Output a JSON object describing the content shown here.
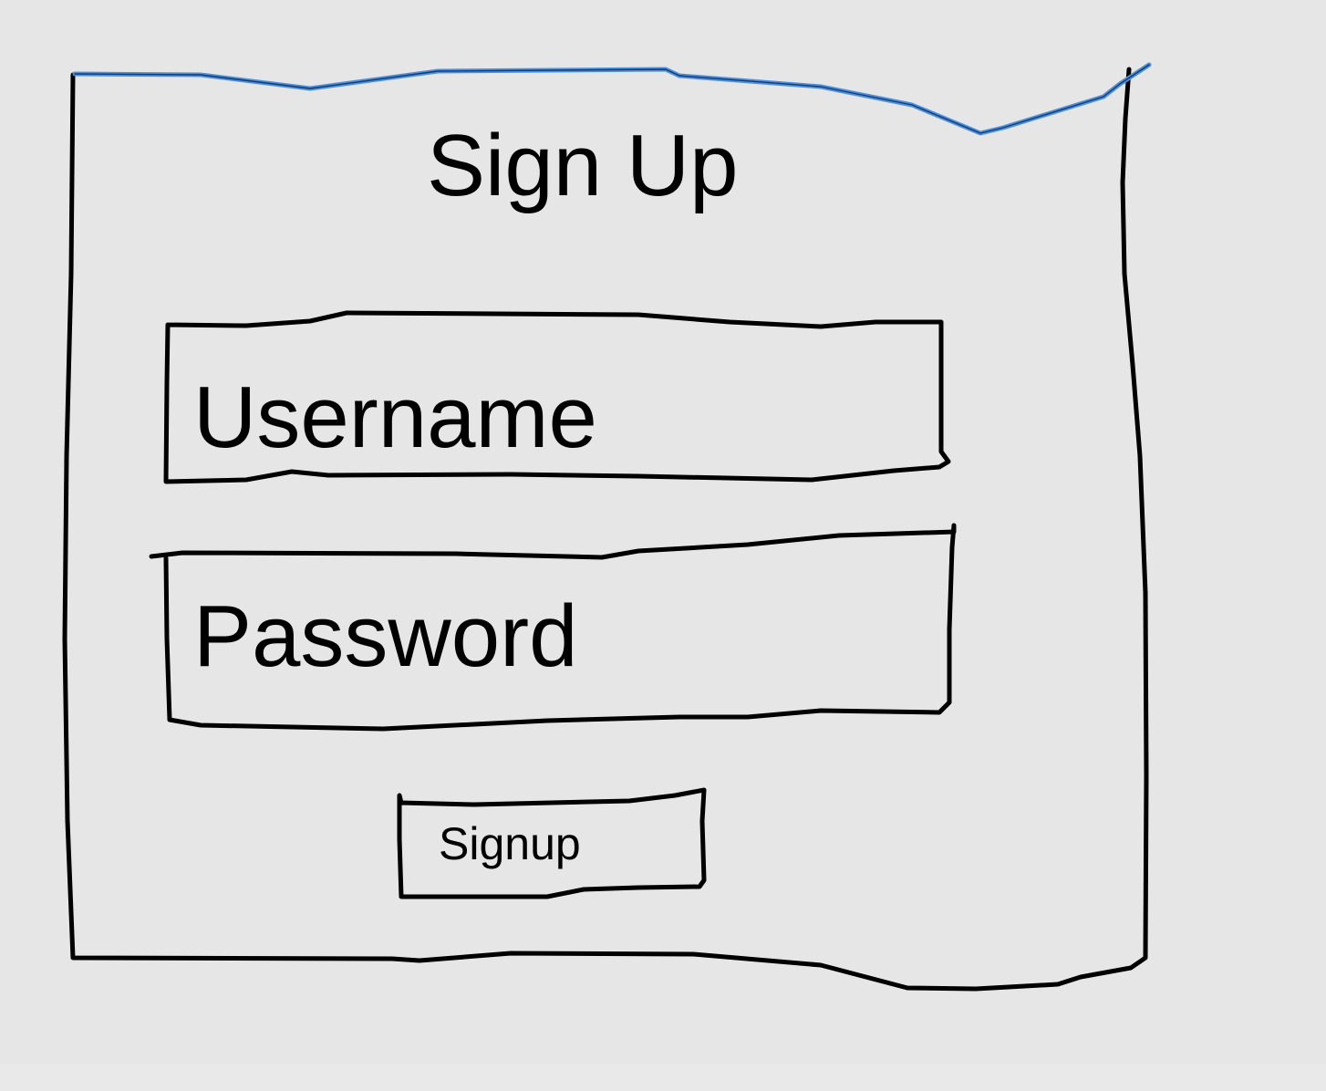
{
  "form": {
    "title": "Sign Up",
    "username_field": "Username",
    "password_field": "Password",
    "submit_label": "Signup"
  },
  "colors": {
    "background": "#e6e6e6",
    "stroke": "#000000",
    "highlight_stroke": "#4a90e2"
  }
}
